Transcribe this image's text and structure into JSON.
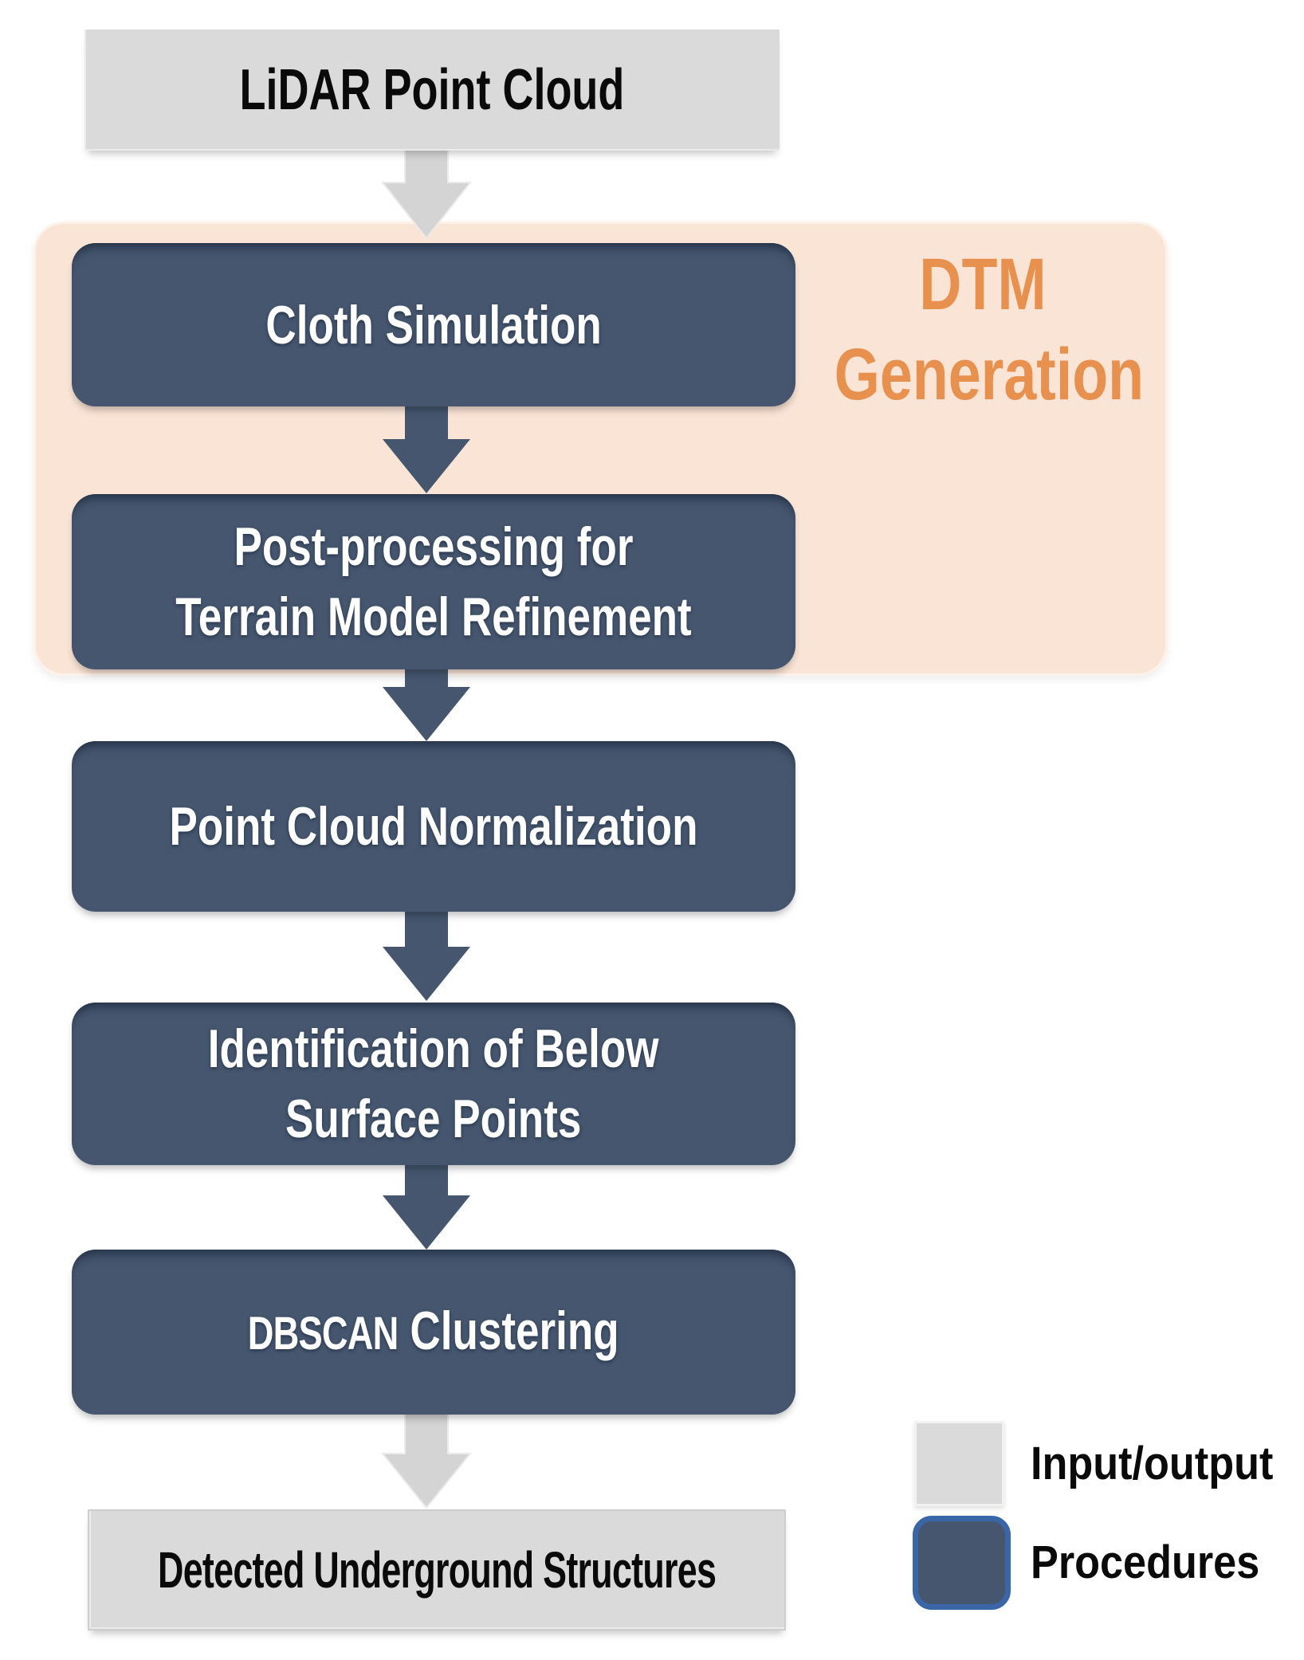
{
  "flow": {
    "input": {
      "label": "LiDAR Point Cloud"
    },
    "steps": [
      {
        "lines": [
          "Cloth Simulation"
        ]
      },
      {
        "lines": [
          "Post-processing for",
          "Terrain Model Refinement"
        ]
      },
      {
        "lines": [
          "Point Cloud Normalization"
        ]
      },
      {
        "lines": [
          "Identification of Below",
          "Surface Points"
        ]
      },
      {
        "acronym": "DBSCAN",
        "rest": "Clustering"
      }
    ],
    "output": {
      "label": "Detected Underground Structures"
    },
    "group": {
      "line1": "DTM",
      "line2": "Generation"
    }
  },
  "legend": {
    "items": [
      {
        "label": "Input/output",
        "swatch": "input-output"
      },
      {
        "label": "Procedures",
        "swatch": "procedure"
      }
    ]
  },
  "colors": {
    "proc_fill": "#45566e",
    "io_fill": "#dadada",
    "group_fill": "#fae4d6",
    "group_label": "#e8914e",
    "legend_proc_border": "#3a66a8",
    "arrow_dark": "#45566e",
    "arrow_light": "#d4d4d4"
  }
}
